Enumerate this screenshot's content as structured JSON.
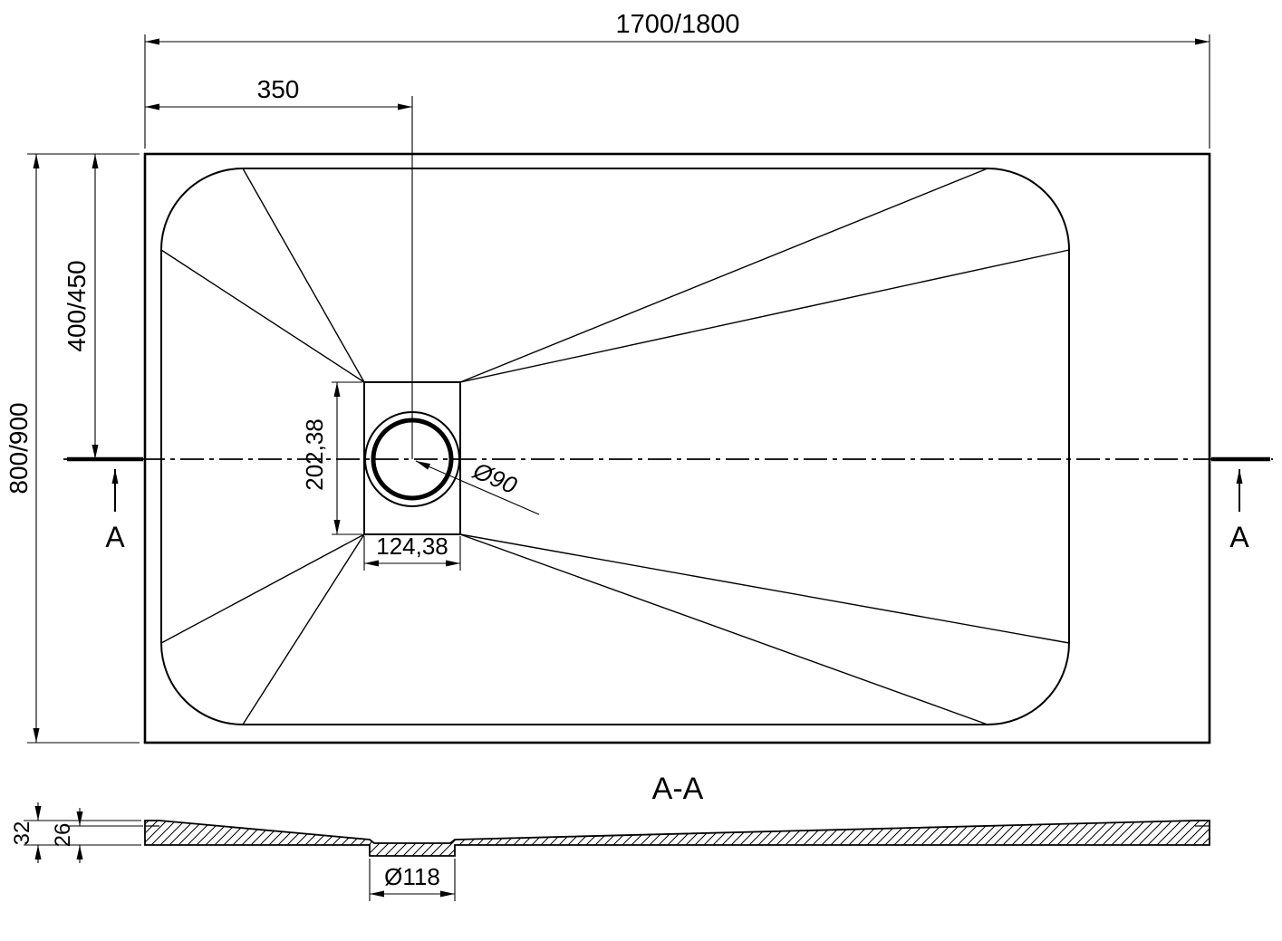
{
  "top_view": {
    "overall_width": "1700/1800",
    "drain_offset_x": "350",
    "overall_depth": "800/900",
    "drain_offset_y": "400/450",
    "drain_plate_height": "202,38",
    "drain_plate_width": "124,38",
    "drain_diameter": "Ø90",
    "section_marker": "A"
  },
  "section_view": {
    "label": "A-A",
    "total_thickness": "32",
    "base_thickness": "26",
    "drain_hole_diameter": "Ø118"
  },
  "colors": {
    "line": "#000000",
    "background": "#ffffff"
  }
}
